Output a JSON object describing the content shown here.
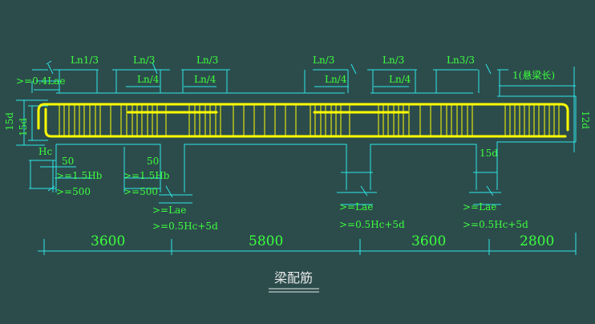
{
  "title": "梁配筋",
  "spans": [
    "3600",
    "5800",
    "3600",
    "2800"
  ],
  "top_labels": [
    "Ln1/3",
    "Ln/3",
    "Ln/3",
    "Ln/3",
    "Ln/3",
    "Ln3/3",
    "1(悬梁长)"
  ],
  "quarter_labels": [
    "Ln/4",
    "Ln/4",
    "Ln/4",
    "Ln/4"
  ],
  "anchor": {
    "lae_04": ">=0.4Lae",
    "d15a": "15d",
    "d15b": "15d",
    "d12": "12d",
    "hc": "Hc",
    "c50a": "50",
    "c50b": "50",
    "hb1": ">=1.5Hb",
    "hb2": ">=1.5Hb",
    "m500a": ">=500",
    "m500b": ">=500",
    "d15c": "15d",
    "lae": [
      ">=Lae",
      ">=Lae",
      ">=Lae"
    ],
    "hc5d": [
      ">=0.5Hc+5d",
      ">=0.5Hc+5d",
      ">=0.5Hc+5d"
    ]
  },
  "colors": {
    "background": "#2c4c4c",
    "rebar": "#ffff00",
    "dimension": "#2ee6e6",
    "text": "#3cff3c"
  }
}
